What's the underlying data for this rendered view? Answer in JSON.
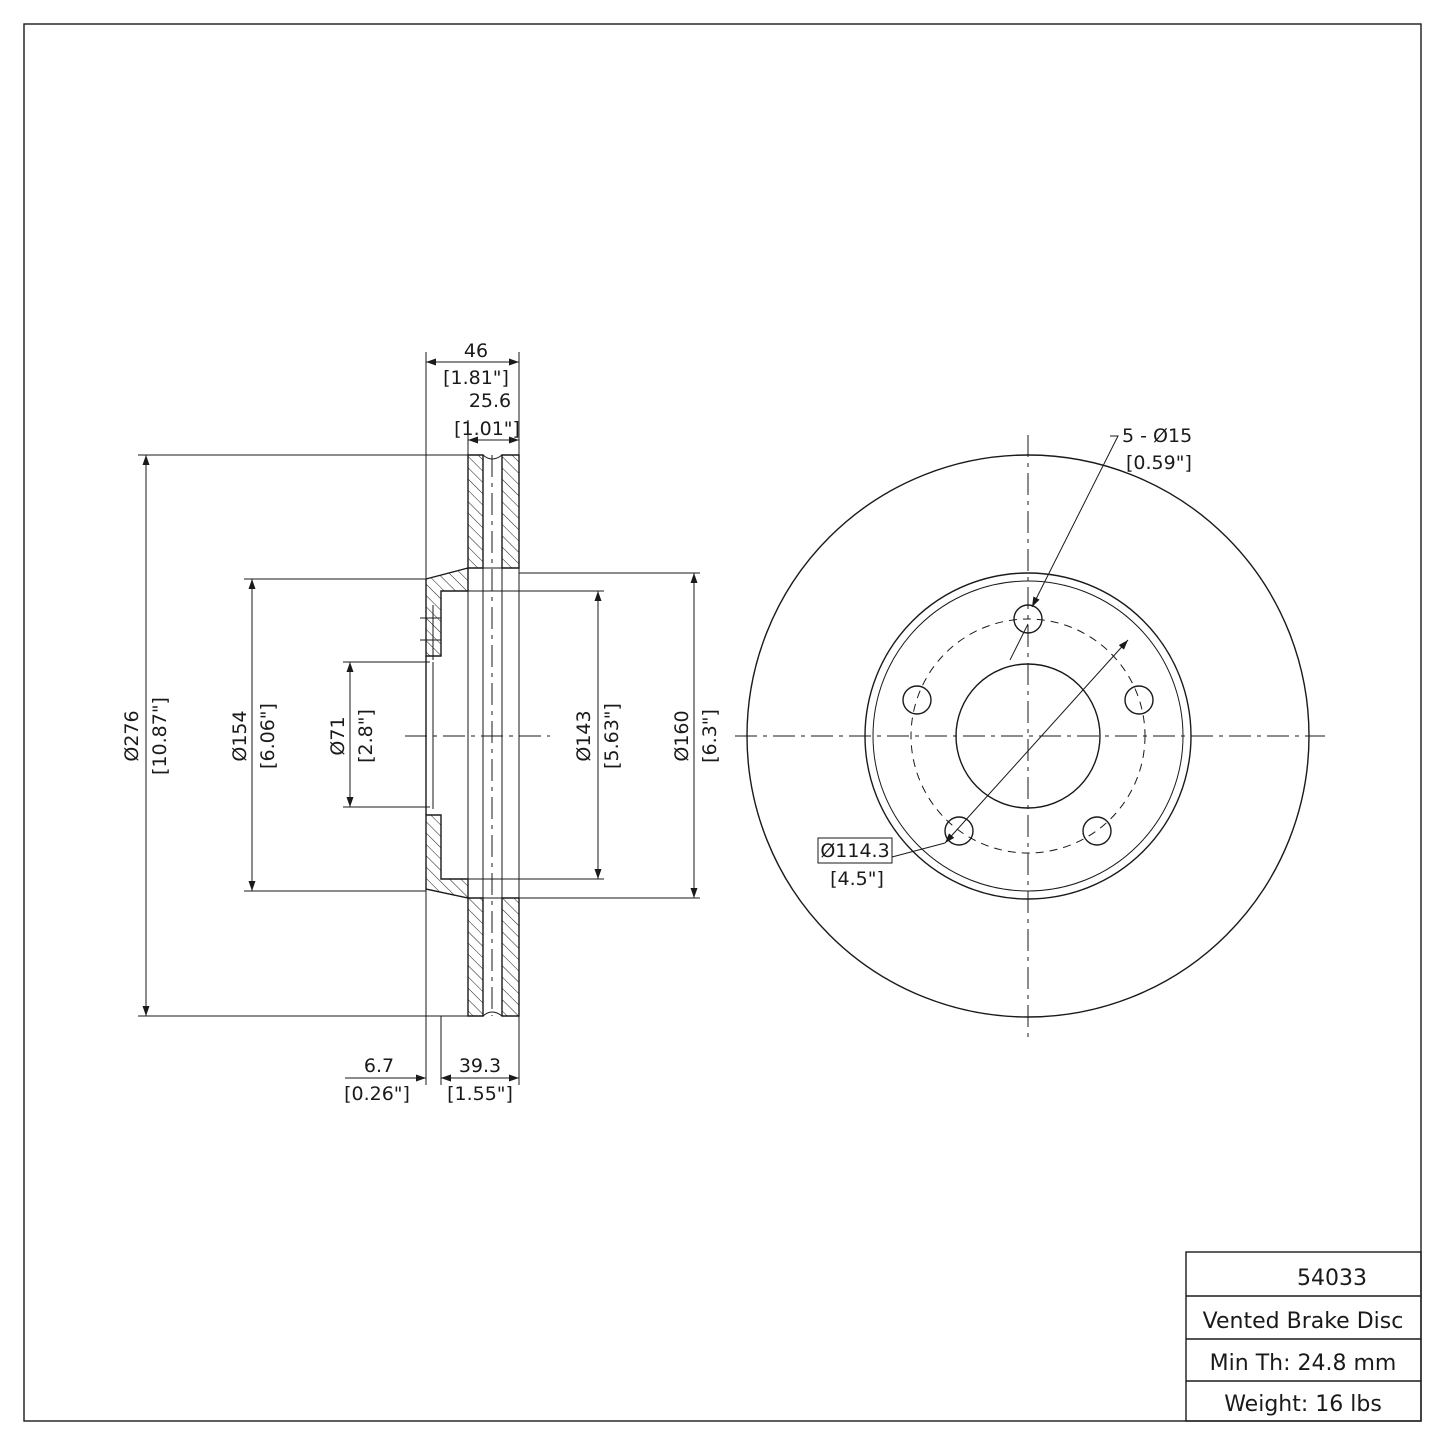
{
  "dimensions": {
    "overall_width": {
      "mm": "46",
      "in": "[1.81\"]"
    },
    "rotor_thickness": {
      "mm": "25.6",
      "in": "[1.01\"]"
    },
    "hat_offset": {
      "mm": "6.7",
      "in": "[0.26\"]"
    },
    "hat_depth": {
      "mm": "39.3",
      "in": "[1.55\"]"
    },
    "outer_diameter": {
      "mm": "Ø276",
      "in": "[10.87\"]"
    },
    "hat_diameter": {
      "mm": "Ø154",
      "in": "[6.06\"]"
    },
    "center_bore": {
      "mm": "Ø71",
      "in": "[2.8\"]"
    },
    "inner_diameter_143": {
      "mm": "Ø143",
      "in": "[5.63\"]"
    },
    "inner_diameter_160": {
      "mm": "Ø160",
      "in": "[6.3\"]"
    },
    "bolt_holes": {
      "mm": "5 - Ø15",
      "in": "[0.59\"]"
    },
    "bolt_circle": {
      "mm": "Ø114.3",
      "in": "[4.5\"]"
    }
  },
  "title_block": {
    "part_number": "54033",
    "description": "Vented Brake Disc",
    "min_thickness": "Min Th: 24.8 mm",
    "weight": "Weight: 16 lbs"
  }
}
